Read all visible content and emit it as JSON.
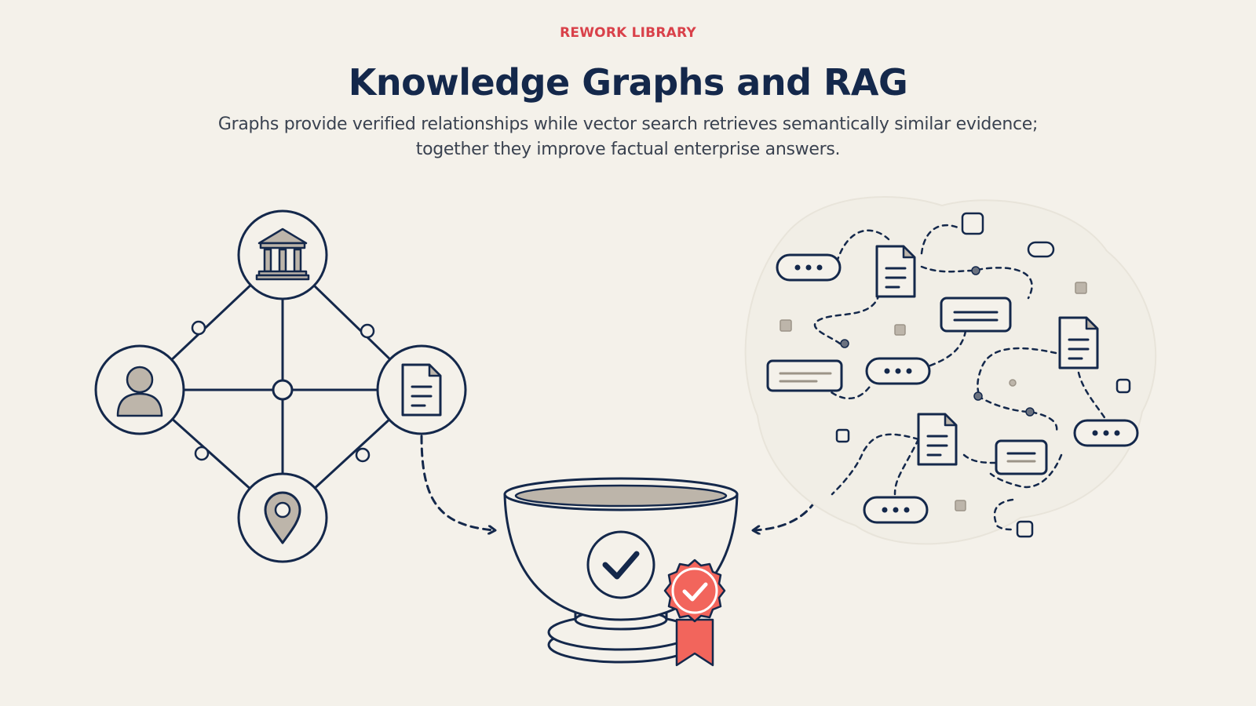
{
  "header": {
    "eyebrow": "REWORK LIBRARY",
    "title": "Knowledge Graphs and RAG",
    "subtitle_line1": "Graphs provide verified relationships while vector search retrieves semantically similar evidence;",
    "subtitle_line2": "together they improve factual enterprise answers."
  },
  "colors": {
    "background": "#f4f1ea",
    "ink": "#14284b",
    "accent": "#d9414a",
    "badge": "#f2655c",
    "fill_neutral": "#bdb5aa"
  },
  "diagram": {
    "graph_nodes": [
      "institution-icon",
      "person-icon",
      "document-icon",
      "location-pin-icon"
    ],
    "result": [
      "bowl",
      "checkmark-icon",
      "verified-badge-icon"
    ],
    "vector_cloud": [
      "document-icon",
      "chat-bubble-icon",
      "text-snippet-icon"
    ]
  }
}
